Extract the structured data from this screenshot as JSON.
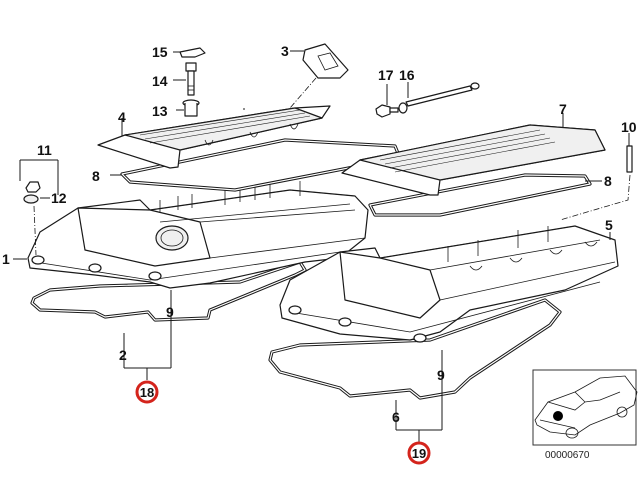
{
  "diagram": {
    "title": "Cylinder head cover / valve cover exploded view",
    "callouts": [
      {
        "id": "1",
        "label": "1"
      },
      {
        "id": "2",
        "label": "2"
      },
      {
        "id": "3",
        "label": "3"
      },
      {
        "id": "4",
        "label": "4"
      },
      {
        "id": "5",
        "label": "5"
      },
      {
        "id": "6",
        "label": "6"
      },
      {
        "id": "7",
        "label": "7"
      },
      {
        "id": "8a",
        "label": "8"
      },
      {
        "id": "8b",
        "label": "8"
      },
      {
        "id": "9a",
        "label": "9"
      },
      {
        "id": "9b",
        "label": "9"
      },
      {
        "id": "10",
        "label": "10"
      },
      {
        "id": "11",
        "label": "11"
      },
      {
        "id": "12",
        "label": "12"
      },
      {
        "id": "13",
        "label": "13"
      },
      {
        "id": "14",
        "label": "14"
      },
      {
        "id": "15",
        "label": "15"
      },
      {
        "id": "16",
        "label": "16"
      },
      {
        "id": "17",
        "label": "17"
      }
    ],
    "highlighted_sets": [
      {
        "id": "18",
        "label": "18",
        "includes": [
          "2",
          "9"
        ],
        "color": "#d4241c"
      },
      {
        "id": "19",
        "label": "19",
        "includes": [
          "6",
          "9"
        ],
        "color": "#d4241c"
      }
    ],
    "inset": {
      "description": "Car locator showing engine bay position",
      "marker_color": "#000000",
      "code": "00000670"
    }
  }
}
